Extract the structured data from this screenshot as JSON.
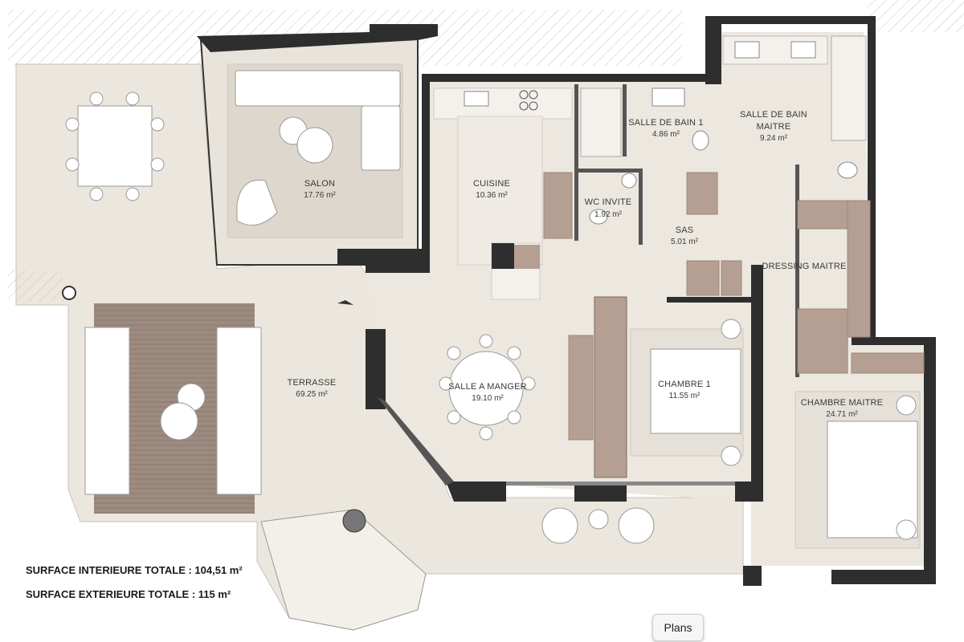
{
  "plan": {
    "rooms": [
      {
        "id": "salon",
        "label": "SALON",
        "area": "17.76 m²"
      },
      {
        "id": "cuisine",
        "label": "CUISINE",
        "area": "10.36 m²"
      },
      {
        "id": "sdb1",
        "label": "SALLE DE BAIN 1",
        "area": "4.86 m²"
      },
      {
        "id": "sdbm",
        "label": "SALLE DE BAIN",
        "label2": "MAITRE",
        "area": "9.24 m²"
      },
      {
        "id": "wc",
        "label": "WC INVITE",
        "area": "1.92 m²"
      },
      {
        "id": "sas",
        "label": "SAS",
        "area": "5.01 m²"
      },
      {
        "id": "dressing",
        "label": "DRESSING MAITRE"
      },
      {
        "id": "terrasse",
        "label": "TERRASSE",
        "area": "69.25 m²"
      },
      {
        "id": "sam",
        "label": "SALLE A MANGER",
        "area": "19.10 m²"
      },
      {
        "id": "chambre1",
        "label": "CHAMBRE 1",
        "area": "11.55 m²"
      },
      {
        "id": "chambrem",
        "label": "CHAMBRE MAITRE",
        "area": "24.71 m²"
      }
    ]
  },
  "totals": {
    "interior": "SURFACE INTERIEURE TOTALE : 104,51 m²",
    "exterior": "SURFACE EXTERIEURE TOTALE : 115 m²"
  },
  "controls": {
    "plans_label": "Plans"
  },
  "colors": {
    "floor": "#ede8df",
    "wall": "#2e2e2e",
    "rug": "#9c8a80",
    "cabinet": "#b49f92",
    "furniture": "#ffffff"
  }
}
